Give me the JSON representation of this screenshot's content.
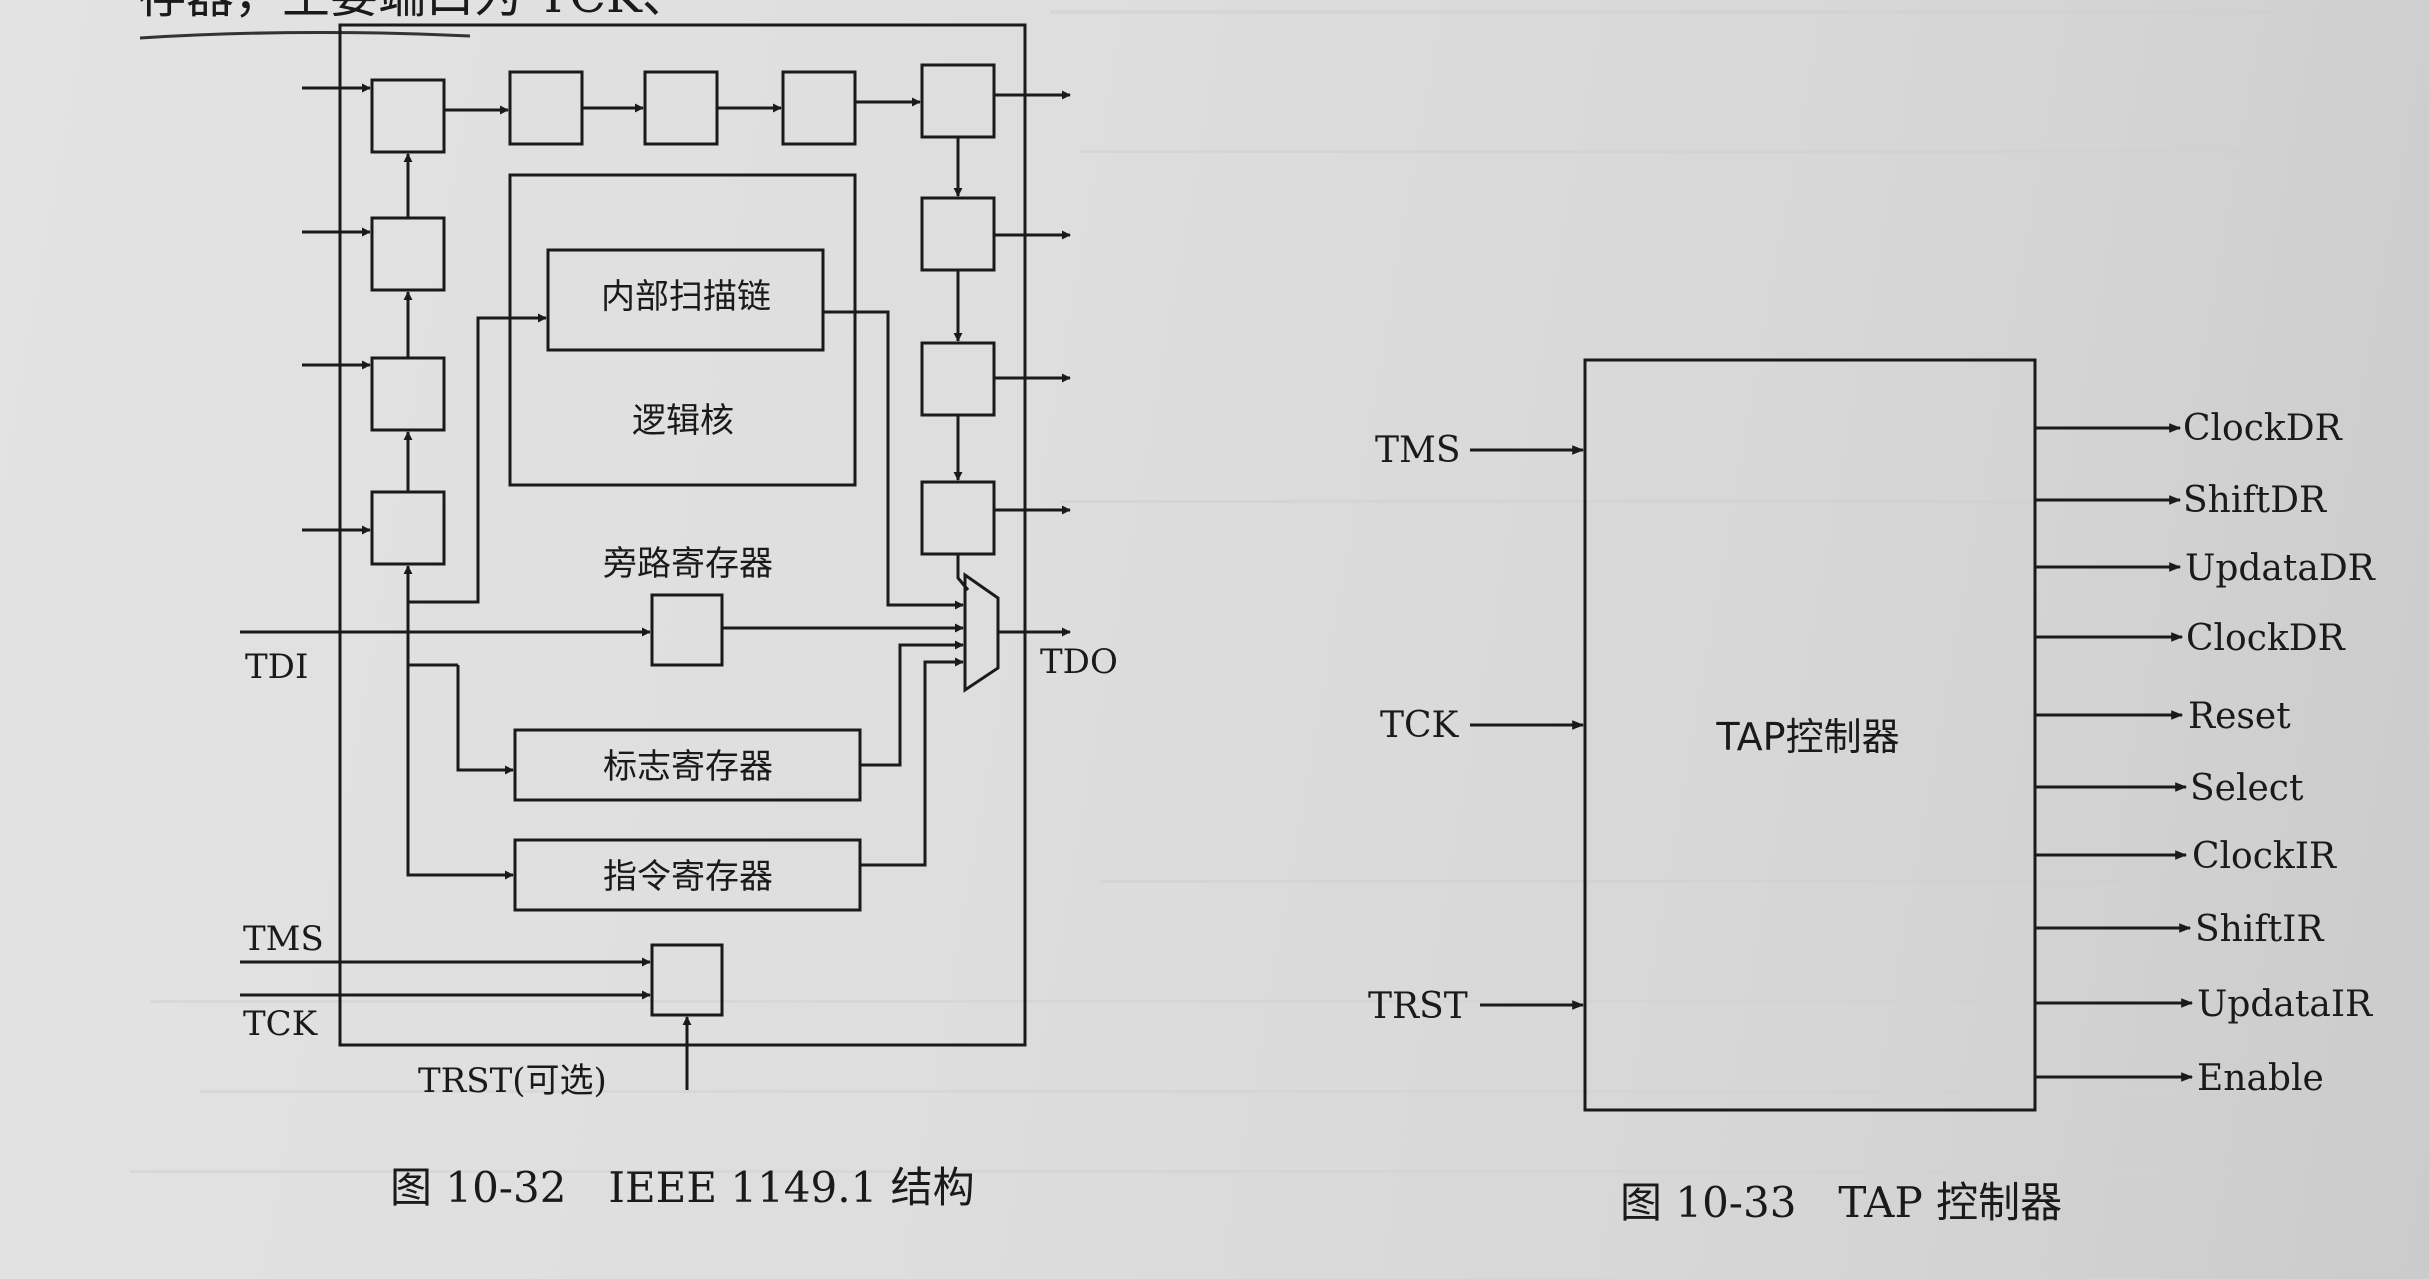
{
  "top_fragment": "存器，主要端口为 TCK、",
  "fig32": {
    "caption": "图 10-32　IEEE 1149.1 结构",
    "internal_scan_chain": "内部扫描链",
    "logic_core": "逻辑核",
    "bypass_register": "旁路寄存器",
    "flag_register": "标志寄存器",
    "instruction_register": "指令寄存器",
    "tdi": "TDI",
    "tdo": "TDO",
    "tms": "TMS",
    "tck": "TCK",
    "trst": "TRST(可选)"
  },
  "fig33": {
    "caption": "图 10-33　TAP 控制器",
    "controller": "TAP控制器",
    "inputs": [
      "TMS",
      "TCK",
      "TRST"
    ],
    "outputs": [
      "ClockDR",
      "ShiftDR",
      "UpdataDR",
      "ClockDR",
      "Reset",
      "Select",
      "ClockIR",
      "ShiftIR",
      "UpdataIR",
      "Enable"
    ]
  }
}
